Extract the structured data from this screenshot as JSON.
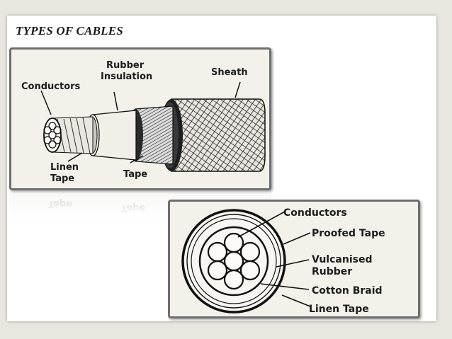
{
  "slide": {
    "title": "TYPES OF CABLES"
  },
  "diagram1": {
    "labels": {
      "conductors": "Conductors",
      "rubber_line1": "Rubber",
      "rubber_line2": "Insulation",
      "sheath": "Sheath",
      "linen_line1": "Linen",
      "linen_line2": "Tape",
      "tape": "Tape"
    }
  },
  "diagram2": {
    "labels": {
      "conductors": "Conductors",
      "proofed_tape": "Proofed Tape",
      "vulcanised_line1": "Vulcanised",
      "vulcanised_line2": "Rubber",
      "cotton_braid": "Cotton Braid",
      "linen_tape": "Linen Tape"
    }
  },
  "colors": {
    "frame_border": "#6e6e6e",
    "ink": "#1c1c1c",
    "paper": "#f3f1ea"
  }
}
